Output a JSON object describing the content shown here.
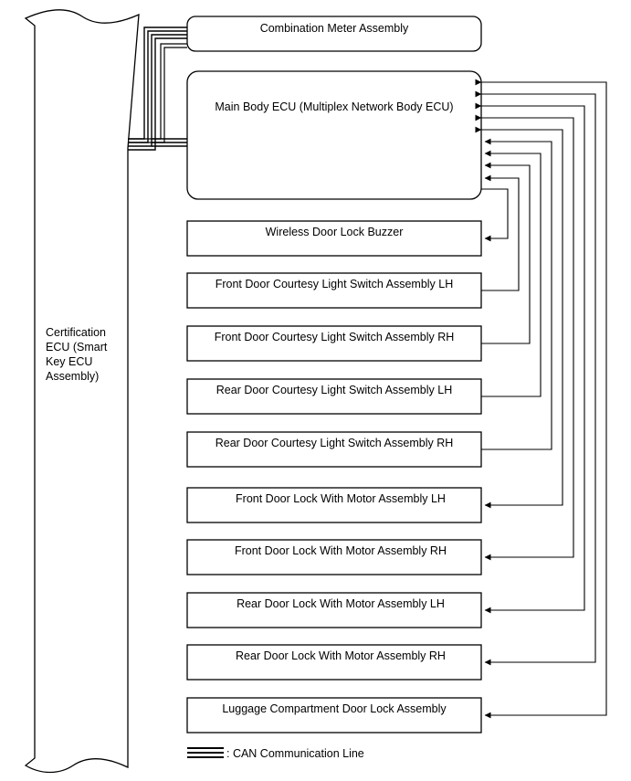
{
  "certification_ecu": {
    "lines": [
      "Certification",
      "ECU (Smart",
      "Key ECU",
      "Assembly)"
    ]
  },
  "combination_meter": {
    "label": "Combination Meter Assembly"
  },
  "main_body_ecu": {
    "label": "Main Body ECU (Multiplex Network Body ECU)"
  },
  "components": [
    {
      "label": "Wireless Door Lock Buzzer",
      "direction": "to-component"
    },
    {
      "label": "Front Door Courtesy Light Switch Assembly LH",
      "direction": "to-ecu"
    },
    {
      "label": "Front Door Courtesy Light Switch Assembly RH",
      "direction": "to-ecu"
    },
    {
      "label": "Rear Door Courtesy Light Switch Assembly LH",
      "direction": "to-ecu"
    },
    {
      "label": "Rear Door Courtesy Light Switch Assembly RH",
      "direction": "to-ecu"
    },
    {
      "label": "Front Door Lock With Motor Assembly LH",
      "direction": "to-component"
    },
    {
      "label": "Front Door Lock With Motor Assembly RH",
      "direction": "to-component"
    },
    {
      "label": "Rear Door Lock With Motor Assembly LH",
      "direction": "to-component"
    },
    {
      "label": "Rear Door Lock With Motor Assembly RH",
      "direction": "to-component"
    },
    {
      "label": "Luggage Compartment Door Lock Assembly",
      "direction": "to-component"
    }
  ],
  "legend": {
    "label": ": CAN Communication Line"
  }
}
